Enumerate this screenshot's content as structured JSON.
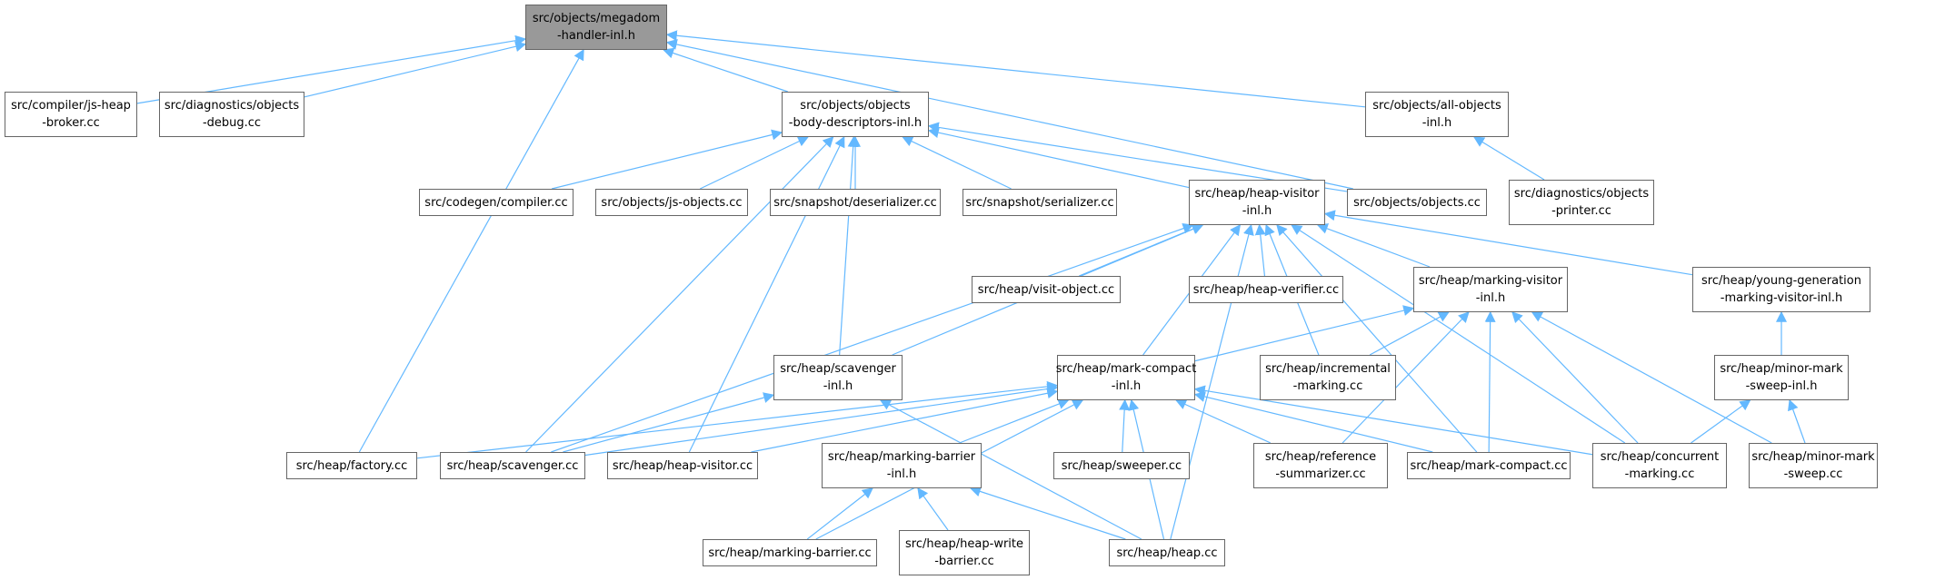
{
  "colors": {
    "edge": "#63b8ff",
    "node_border": "#666666",
    "root_fill": "#999999",
    "node_fill": "#ffffff"
  },
  "nodes": {
    "root": {
      "lines": [
        "src/objects/megadom",
        "-handler-inl.h"
      ]
    },
    "js_heap_broker": {
      "lines": [
        "src/compiler/js-heap",
        "-broker.cc"
      ]
    },
    "objects_debug": {
      "lines": [
        "src/diagnostics/objects",
        "-debug.cc"
      ]
    },
    "body_desc": {
      "lines": [
        "src/objects/objects",
        "-body-descriptors-inl.h"
      ]
    },
    "all_objects": {
      "lines": [
        "src/objects/all-objects",
        "-inl.h"
      ]
    },
    "compiler": {
      "lines": [
        "src/codegen/compiler.cc"
      ]
    },
    "js_objects": {
      "lines": [
        "src/objects/js-objects.cc"
      ]
    },
    "deserializer": {
      "lines": [
        "src/snapshot/deserializer.cc"
      ]
    },
    "serializer": {
      "lines": [
        "src/snapshot/serializer.cc"
      ]
    },
    "heap_visitor_h": {
      "lines": [
        "src/heap/heap-visitor",
        "-inl.h"
      ]
    },
    "objects_cc": {
      "lines": [
        "src/objects/objects.cc"
      ]
    },
    "objects_printer": {
      "lines": [
        "src/diagnostics/objects",
        "-printer.cc"
      ]
    },
    "visit_object": {
      "lines": [
        "src/heap/visit-object.cc"
      ]
    },
    "heap_verifier": {
      "lines": [
        "src/heap/heap-verifier.cc"
      ]
    },
    "marking_visitor": {
      "lines": [
        "src/heap/marking-visitor",
        "-inl.h"
      ]
    },
    "young_gen": {
      "lines": [
        "src/heap/young-generation",
        "-marking-visitor-inl.h"
      ]
    },
    "scavenger_h": {
      "lines": [
        "src/heap/scavenger",
        "-inl.h"
      ]
    },
    "mark_compact_h": {
      "lines": [
        "src/heap/mark-compact",
        "-inl.h"
      ]
    },
    "incremental": {
      "lines": [
        "src/heap/incremental",
        "-marking.cc"
      ]
    },
    "minor_ms_h": {
      "lines": [
        "src/heap/minor-mark",
        "-sweep-inl.h"
      ]
    },
    "factory": {
      "lines": [
        "src/heap/factory.cc"
      ]
    },
    "scavenger_cc": {
      "lines": [
        "src/heap/scavenger.cc"
      ]
    },
    "heap_visitor_cc": {
      "lines": [
        "src/heap/heap-visitor.cc"
      ]
    },
    "marking_barrier_h": {
      "lines": [
        "src/heap/marking-barrier",
        "-inl.h"
      ]
    },
    "sweeper": {
      "lines": [
        "src/heap/sweeper.cc"
      ]
    },
    "ref_summarizer": {
      "lines": [
        "src/heap/reference",
        "-summarizer.cc"
      ]
    },
    "mark_compact_cc": {
      "lines": [
        "src/heap/mark-compact.cc"
      ]
    },
    "concurrent": {
      "lines": [
        "src/heap/concurrent",
        "-marking.cc"
      ]
    },
    "minor_ms_cc": {
      "lines": [
        "src/heap/minor-mark",
        "-sweep.cc"
      ]
    },
    "marking_barrier_cc": {
      "lines": [
        "src/heap/marking-barrier.cc"
      ]
    },
    "heap_write": {
      "lines": [
        "src/heap/heap-write",
        "-barrier.cc"
      ]
    },
    "heap_cc": {
      "lines": [
        "src/heap/heap.cc"
      ]
    }
  },
  "edges": [
    [
      "js_heap_broker",
      "root"
    ],
    [
      "objects_debug",
      "root"
    ],
    [
      "body_desc",
      "root"
    ],
    [
      "all_objects",
      "root"
    ],
    [
      "objects_cc",
      "root"
    ],
    [
      "factory",
      "root"
    ],
    [
      "compiler",
      "body_desc"
    ],
    [
      "js_objects",
      "body_desc"
    ],
    [
      "deserializer",
      "body_desc"
    ],
    [
      "serializer",
      "body_desc"
    ],
    [
      "heap_visitor_h",
      "body_desc"
    ],
    [
      "objects_cc",
      "body_desc"
    ],
    [
      "scavenger_cc",
      "body_desc"
    ],
    [
      "scavenger_h",
      "body_desc"
    ],
    [
      "heap_visitor_cc",
      "body_desc"
    ],
    [
      "objects_printer",
      "all_objects"
    ],
    [
      "visit_object",
      "heap_visitor_h"
    ],
    [
      "heap_verifier",
      "heap_visitor_h"
    ],
    [
      "marking_visitor",
      "heap_visitor_h"
    ],
    [
      "young_gen",
      "heap_visitor_h"
    ],
    [
      "scavenger_h",
      "heap_visitor_h"
    ],
    [
      "mark_compact_h",
      "heap_visitor_h"
    ],
    [
      "incremental",
      "heap_visitor_h"
    ],
    [
      "scavenger_cc",
      "heap_visitor_h"
    ],
    [
      "concurrent",
      "heap_visitor_h"
    ],
    [
      "mark_compact_cc",
      "heap_visitor_h"
    ],
    [
      "heap_cc",
      "heap_visitor_h"
    ],
    [
      "mark_compact_h",
      "marking_visitor"
    ],
    [
      "incremental",
      "marking_visitor"
    ],
    [
      "ref_summarizer",
      "marking_visitor"
    ],
    [
      "mark_compact_cc",
      "marking_visitor"
    ],
    [
      "concurrent",
      "marking_visitor"
    ],
    [
      "minor_ms_cc",
      "marking_visitor"
    ],
    [
      "minor_ms_h",
      "young_gen"
    ],
    [
      "concurrent",
      "minor_ms_h"
    ],
    [
      "minor_ms_cc",
      "minor_ms_h"
    ],
    [
      "scavenger_cc",
      "scavenger_h"
    ],
    [
      "heap_cc",
      "scavenger_h"
    ],
    [
      "factory",
      "mark_compact_h"
    ],
    [
      "scavenger_cc",
      "mark_compact_h"
    ],
    [
      "heap_visitor_cc",
      "mark_compact_h"
    ],
    [
      "marking_barrier_h",
      "mark_compact_h"
    ],
    [
      "sweeper",
      "mark_compact_h"
    ],
    [
      "ref_summarizer",
      "mark_compact_h"
    ],
    [
      "mark_compact_cc",
      "mark_compact_h"
    ],
    [
      "concurrent",
      "mark_compact_h"
    ],
    [
      "heap_cc",
      "mark_compact_h"
    ],
    [
      "marking_barrier_cc",
      "mark_compact_h"
    ],
    [
      "marking_barrier_cc",
      "marking_barrier_h"
    ],
    [
      "heap_write",
      "marking_barrier_h"
    ],
    [
      "heap_cc",
      "marking_barrier_h"
    ]
  ]
}
